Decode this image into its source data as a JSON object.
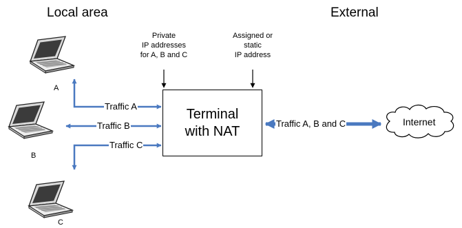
{
  "headings": {
    "local": "Local area",
    "external": "External"
  },
  "notes": {
    "private_lines": [
      "Private",
      "IP addresses",
      "for A, B and C"
    ],
    "assigned_lines": [
      "Assigned or",
      "static",
      "IP address"
    ]
  },
  "terminal": {
    "line1": "Terminal",
    "line2": "with NAT"
  },
  "traffic": {
    "a": "Traffic A",
    "b": "Traffic B",
    "c": "Traffic C",
    "abc": "Traffic A, B and C"
  },
  "internet": "Internet",
  "laptops": [
    "A",
    "B",
    "C"
  ],
  "icons": {
    "laptop": "laptop-icon",
    "cloud": "cloud-icon"
  },
  "colors": {
    "arrow": "#4a79c0",
    "line": "#000000"
  }
}
